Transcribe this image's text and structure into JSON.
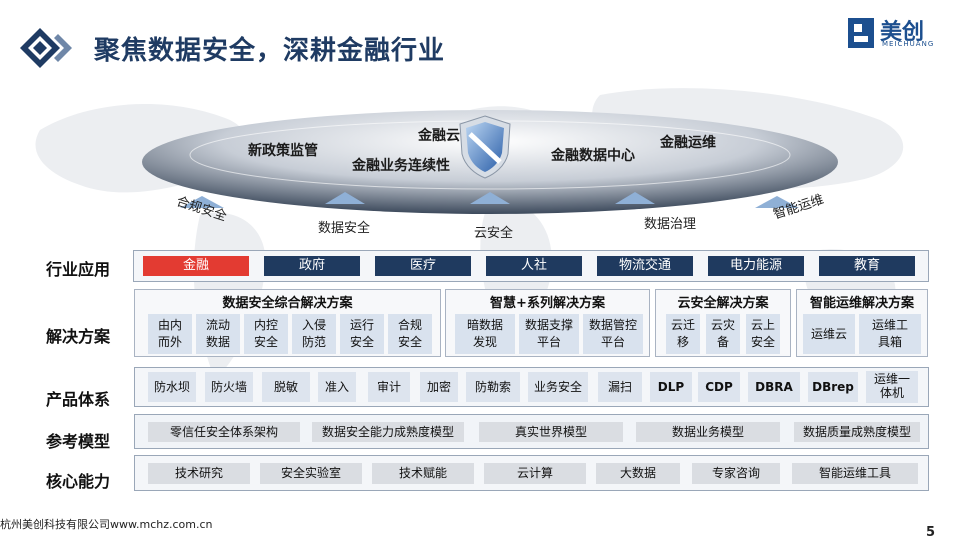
{
  "header": {
    "title": "聚焦数据安全，深耕金融行业",
    "brand_name": "美创",
    "brand_sub": "MEICHUANG"
  },
  "ellipse": {
    "labels": [
      "新政策监管",
      "金融云",
      "金融业务连续性",
      "金融数据中心",
      "金融运维"
    ]
  },
  "arrows": {
    "labels": [
      "合规安全",
      "数据安全",
      "云安全",
      "数据治理",
      "智能运维"
    ]
  },
  "rows": {
    "industry": "行业应用",
    "solution": "解决方案",
    "product": "产品体系",
    "reference": "参考模型",
    "core": "核心能力"
  },
  "industry": {
    "items": [
      "金融",
      "政府",
      "医疗",
      "人社",
      "物流交通",
      "电力能源",
      "教育"
    ],
    "active": "金融"
  },
  "solutions": {
    "groups": [
      {
        "title": "数据安全综合解决方案",
        "items": [
          [
            "由内",
            "而外"
          ],
          [
            "流动",
            "数据"
          ],
          [
            "内控",
            "安全"
          ],
          [
            "入侵",
            "防范"
          ],
          [
            "运行",
            "安全"
          ],
          [
            "合规",
            "安全"
          ]
        ]
      },
      {
        "title": "智慧+系列解决方案",
        "items": [
          [
            "暗数据",
            "发现"
          ],
          [
            "数据支撑",
            "平台"
          ],
          [
            "数据管控",
            "平台"
          ]
        ]
      },
      {
        "title": "云安全解决方案",
        "items": [
          [
            "云迁",
            "移"
          ],
          [
            "云灾",
            "备"
          ],
          [
            "云上",
            "安全"
          ]
        ]
      },
      {
        "title": "智能运维解决方案",
        "items": [
          [
            "运维云",
            ""
          ],
          [
            "运维工",
            "具箱"
          ]
        ]
      }
    ]
  },
  "products": {
    "items": [
      "防水坝",
      "防火墙",
      "脱敏",
      "准入",
      "审计",
      "加密",
      "防勒索",
      "业务安全",
      "漏扫",
      "DLP",
      "CDP",
      "DBRA",
      "DBrep",
      "运维一",
      "体机"
    ]
  },
  "reference": {
    "items": [
      "零信任安全体系架构",
      "数据安全能力成熟度模型",
      "真实世界模型",
      "数据业务模型",
      "数据质量成熟度模型"
    ]
  },
  "core": {
    "items": [
      "技术研究",
      "安全实验室",
      "技术赋能",
      "云计算",
      "大数据",
      "专家咨询",
      "智能运维工具"
    ]
  },
  "footer": {
    "company": "杭州美创科技有限公司www.mchz.com.cn",
    "page": "5"
  },
  "colors": {
    "navy": "#1f3a5f",
    "accent": "#e33b32"
  }
}
